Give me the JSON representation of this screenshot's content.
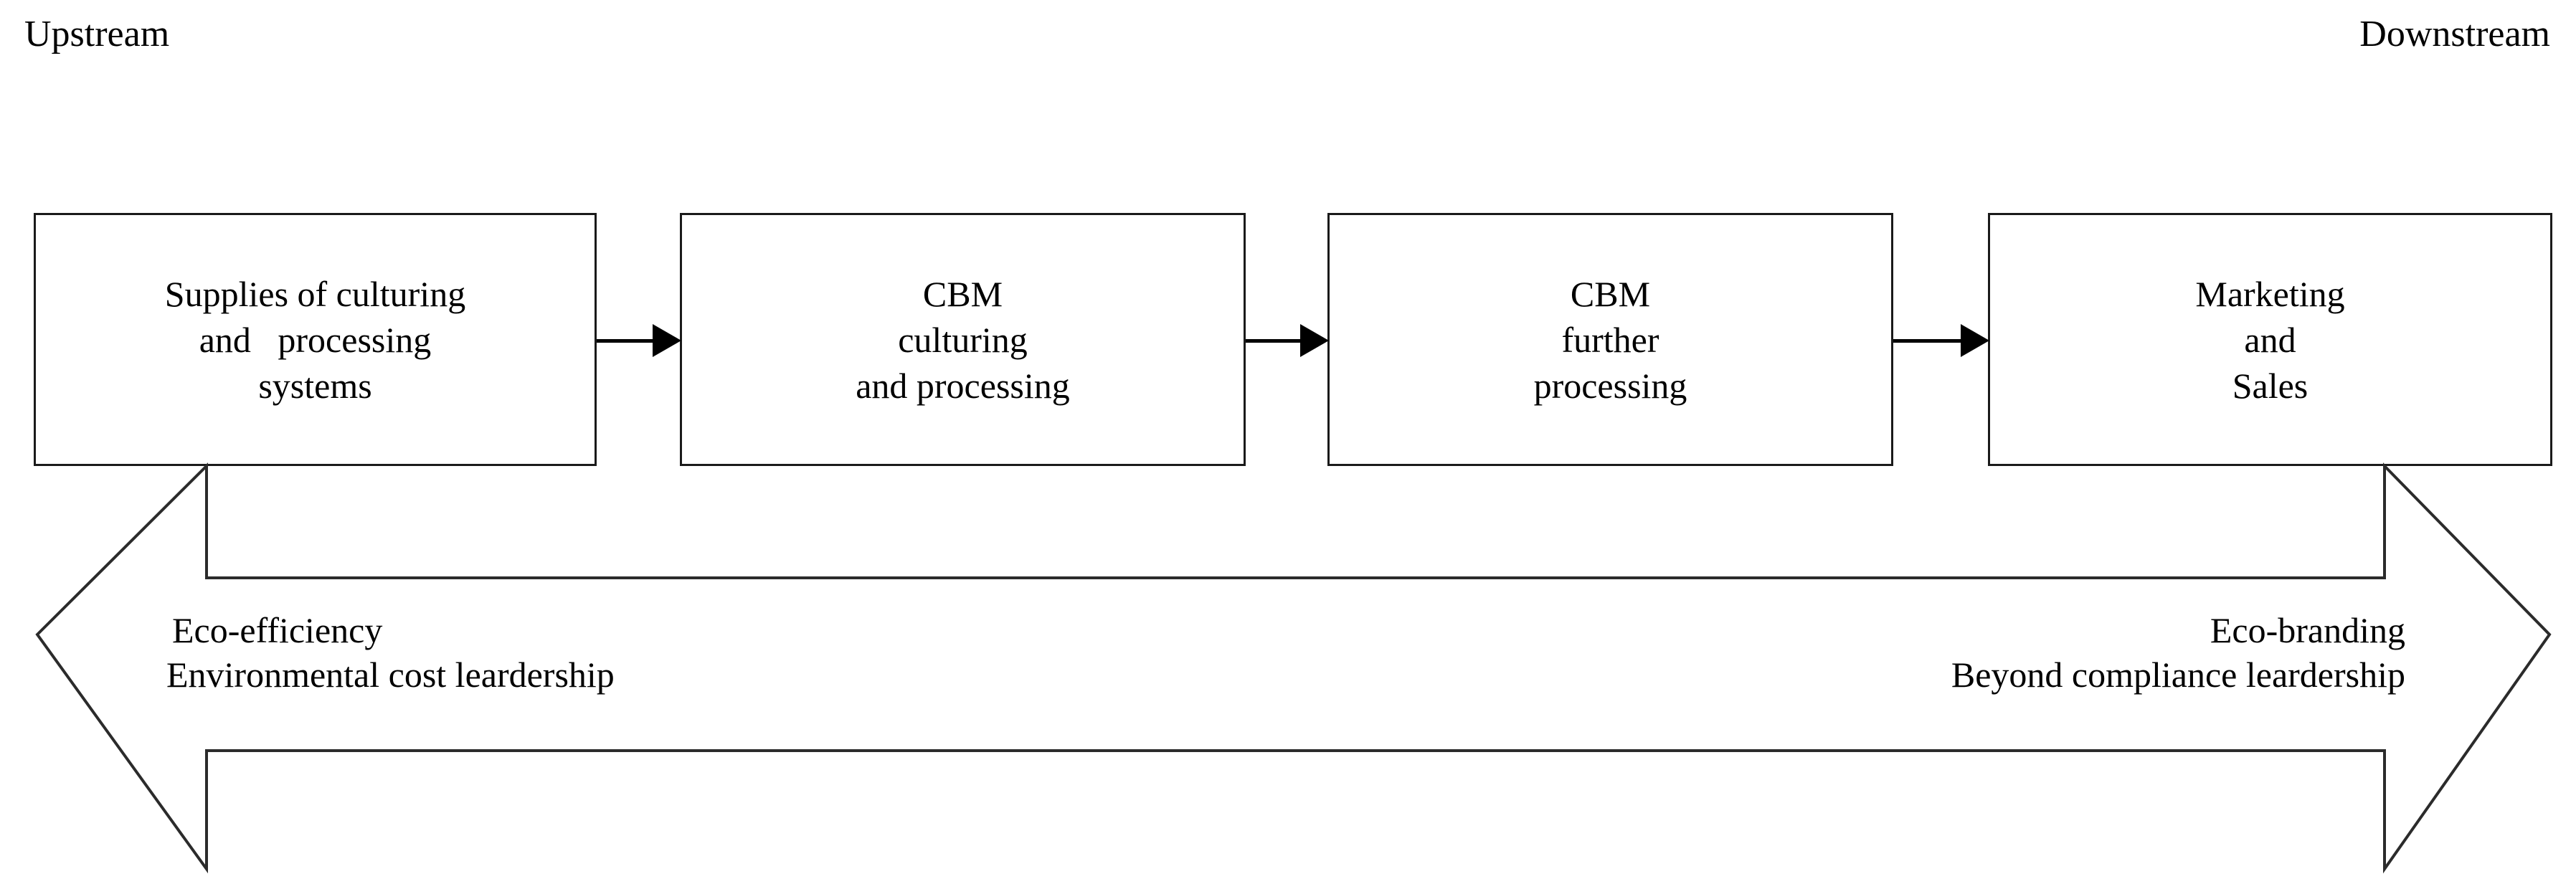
{
  "diagram": {
    "title": "CBM value chain with upstream-downstream sustainability strategies",
    "type": "process-flow",
    "colors": {
      "box_border": "#1a1a1a",
      "arrow_outline": "#2b2b2b",
      "background": "#ffffff",
      "text": "#000000"
    },
    "axis_labels": {
      "upstream": "Upstream",
      "downstream": "Downstream"
    },
    "stages": [
      {
        "id": "supplies",
        "lines": [
          "Supplies of culturing",
          "and   processing",
          "systems"
        ]
      },
      {
        "id": "cbm-culturing",
        "lines": [
          "CBM",
          "culturing",
          "and processing"
        ]
      },
      {
        "id": "cbm-further",
        "lines": [
          "CBM",
          "further",
          "processing"
        ]
      },
      {
        "id": "marketing-sales",
        "lines": [
          "Marketing",
          "and",
          "Sales"
        ]
      }
    ],
    "connectors": [
      {
        "id": "connector-1",
        "from": "supplies",
        "to": "cbm-culturing",
        "icon": "arrow-right-icon"
      },
      {
        "id": "connector-2",
        "from": "cbm-culturing",
        "to": "cbm-further",
        "icon": "arrow-right-icon"
      },
      {
        "id": "connector-3",
        "from": "cbm-further",
        "to": "marketing-sales",
        "icon": "arrow-right-icon"
      }
    ],
    "spectrum_arrow": {
      "icon": "double-headed-arrow-icon",
      "left_strategies": [
        "Eco-efficiency",
        "Environmental cost leardership"
      ],
      "right_strategies": [
        "Eco-branding",
        "Beyond compliance leardership"
      ]
    }
  }
}
